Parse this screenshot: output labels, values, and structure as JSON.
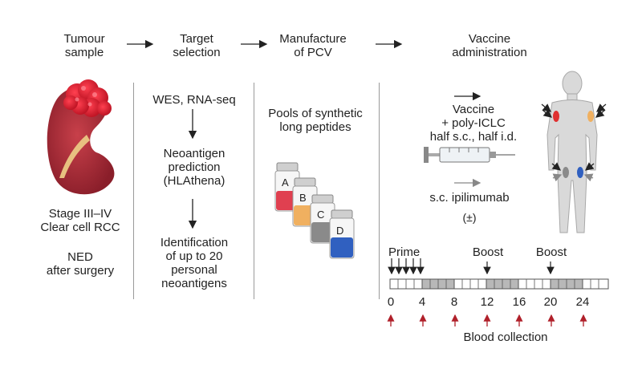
{
  "header": {
    "steps": [
      {
        "label": "Tumour\nsample"
      },
      {
        "label": "Target\nselection"
      },
      {
        "label": "Manufacture\nof PCV"
      },
      {
        "label": "Vaccine\nadministration"
      }
    ]
  },
  "tumour": {
    "stage": "Stage III–IV\nClear cell RCC",
    "ned": "NED\nafter surgery"
  },
  "selection": {
    "step1": "WES, RNA-seq",
    "step2": "Neoantigen\nprediction\n(HLAthena)",
    "step3": "Identification\nof up to 20\npersonal\nneoantigens"
  },
  "manufacture": {
    "pools_label": "Pools of synthetic\nlong peptides",
    "vials": [
      "A",
      "B",
      "C",
      "D"
    ]
  },
  "administration": {
    "vaccine_label": "Vaccine\n+ poly-ICLC\nhalf s.c., half i.d.",
    "ipilimumab_label": "s.c. ipilimumab",
    "optional_label": "(±)"
  },
  "timeline": {
    "prime_label": "Prime",
    "boost_label_1": "Boost",
    "boost_label_2": "Boost",
    "tick_labels": [
      "0",
      "4",
      "8",
      "12",
      "16",
      "20",
      "24"
    ],
    "blood_label": "Blood collection"
  },
  "colors": {
    "accent_red": "#b0202a",
    "band_gray": "#b8b8b8",
    "vial_a": "#e04050",
    "vial_b": "#f0b060",
    "vial_c": "#8a8a8a",
    "vial_d": "#3060c0"
  }
}
